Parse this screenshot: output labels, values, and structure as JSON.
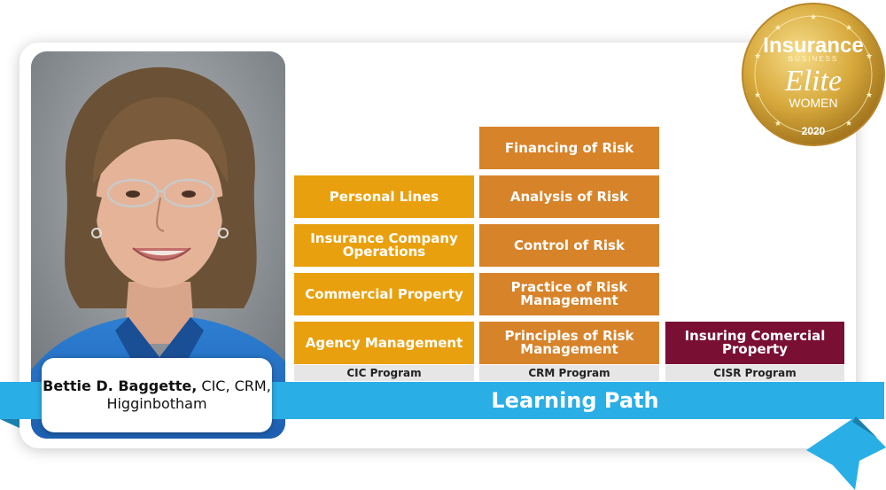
{
  "badge": {
    "brand": "Insurance",
    "sub": "BUSINESS",
    "script": "Elite",
    "category": "WOMEN",
    "year": "2020"
  },
  "person": {
    "name": "Bettie D. Baggette,",
    "credentials": "CIC, CRM,",
    "company": "Higginbotham"
  },
  "programs": {
    "cic": {
      "label": "CIC Program",
      "courses": [
        "Personal Lines",
        "Insurance Company Operations",
        "Commercial Property",
        "Agency Management"
      ]
    },
    "crm": {
      "label": "CRM Program",
      "courses": [
        "Financing of Risk",
        "Analysis of Risk",
        "Control of Risk",
        "Practice of Risk Management",
        "Principles of Risk Management"
      ]
    },
    "cisr": {
      "label": "CISR Program",
      "courses": [
        "Insuring Comercial Property"
      ]
    }
  },
  "banner": {
    "title": "Learning Path"
  },
  "colors": {
    "cic": "#e8a00e",
    "crm": "#d7832a",
    "cisr": "#7a0f34",
    "banner": "#29aee6"
  }
}
